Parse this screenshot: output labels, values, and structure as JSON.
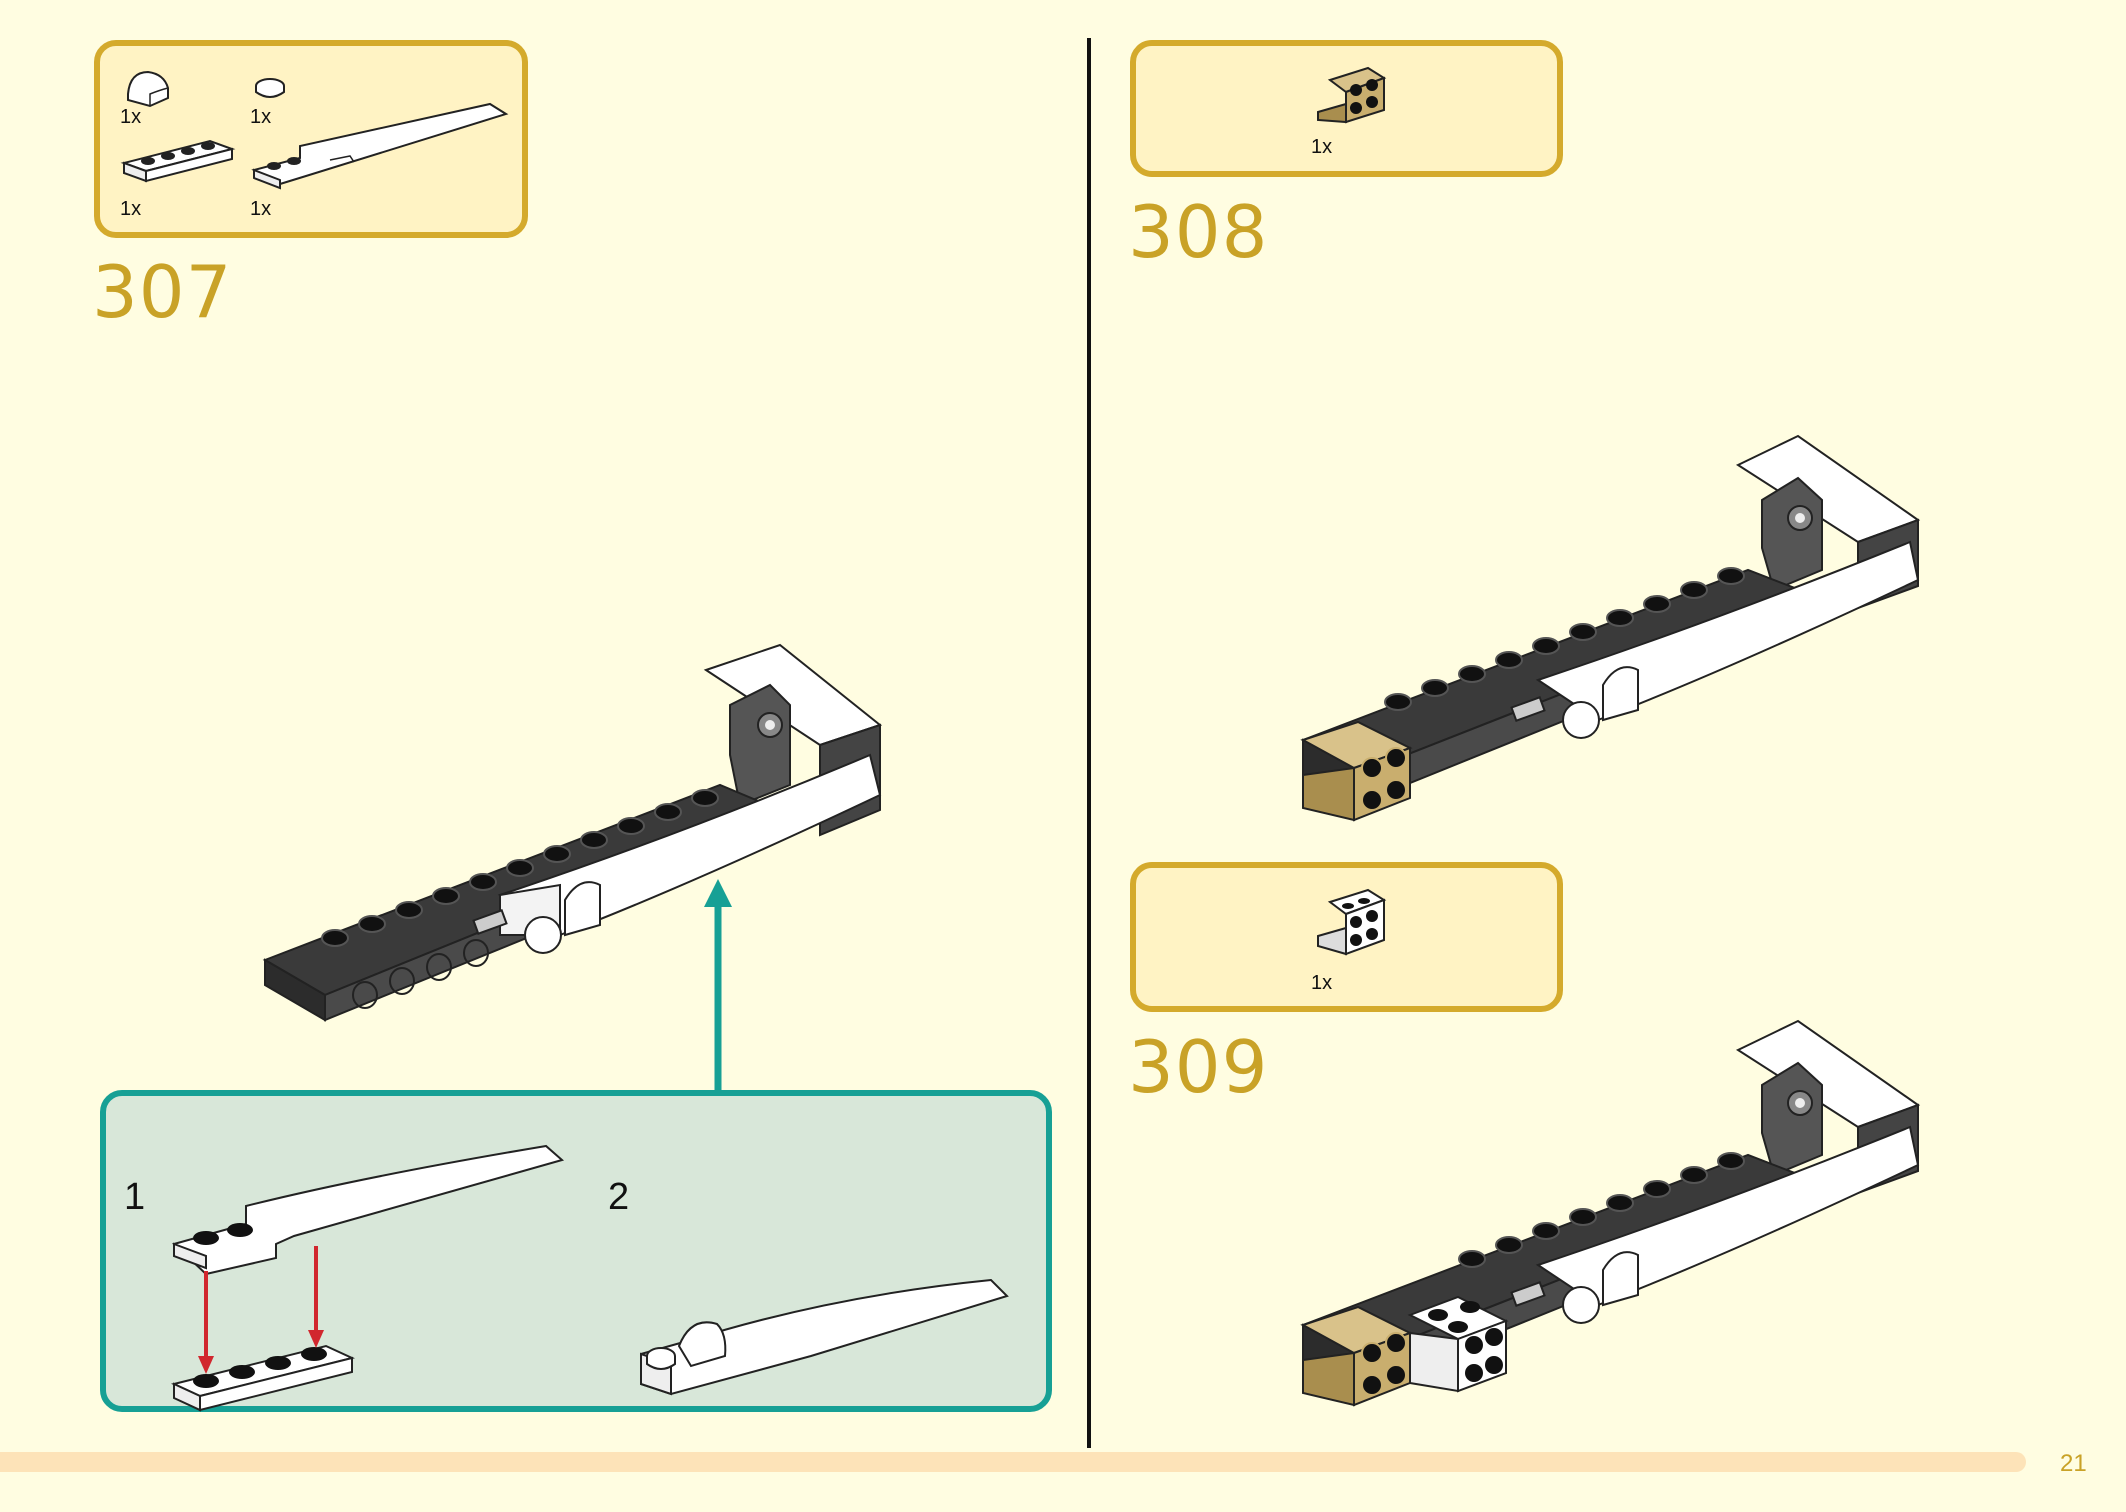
{
  "steps": [
    {
      "number": "307",
      "parts": [
        {
          "name": "curved-slope-1x1",
          "qty": "1x"
        },
        {
          "name": "round-tile-1x1",
          "qty": "1x"
        },
        {
          "name": "plate-1x4",
          "qty": "1x"
        },
        {
          "name": "curved-slope-long-plate",
          "qty": "1x"
        }
      ],
      "sub_assembly": {
        "steps": [
          "1",
          "2"
        ]
      }
    },
    {
      "number": "308",
      "parts": [
        {
          "name": "bracket-2x2-tan",
          "qty": "1x"
        }
      ]
    },
    {
      "number": "309",
      "parts": [
        {
          "name": "bracket-2x2-white",
          "qty": "1x"
        }
      ]
    }
  ],
  "colors": {
    "background": "#fffde1",
    "parts_box_fill": "#fff3c4",
    "parts_box_border": "#d4aa2c",
    "step_number": "#c9a227",
    "sub_panel_fill": "#d8e7d9",
    "sub_panel_border": "#17a095",
    "arrow_red": "#d1272e"
  },
  "page_number": "21"
}
